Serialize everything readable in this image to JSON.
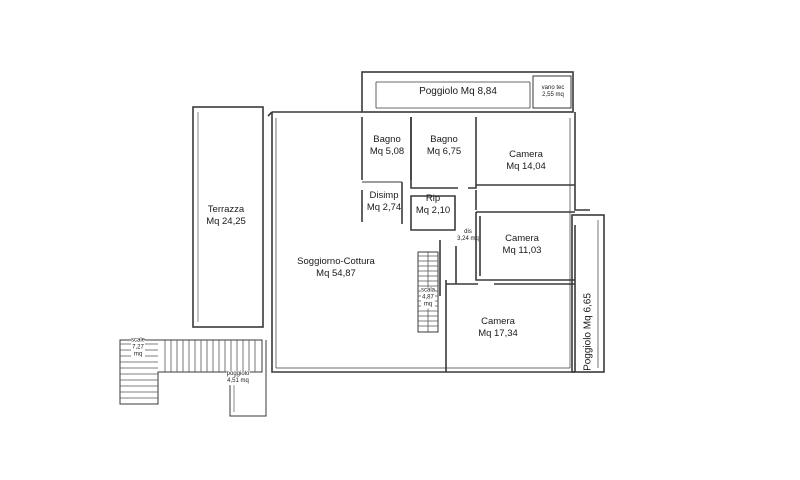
{
  "rooms": {
    "poggiolo_top": {
      "name": "Poggiolo Mq 8,84"
    },
    "vano_tec": {
      "line1": "vano tec",
      "line2": "2,55 mq"
    },
    "bagno1": {
      "name": "Bagno",
      "area": "Mq 5,08"
    },
    "bagno2": {
      "name": "Bagno",
      "area": "Mq 6,75"
    },
    "camera1": {
      "name": "Camera",
      "area": "Mq 14,04"
    },
    "disimp": {
      "name": "Disimp",
      "area": "Mq 2,74"
    },
    "rip": {
      "name": "Rip",
      "area": "Mq 2,10"
    },
    "dis": {
      "line1": "dis",
      "line2": "3,24 mq"
    },
    "camera2": {
      "name": "Camera",
      "area": "Mq 11,03"
    },
    "terrazza": {
      "name": "Terrazza",
      "area": "Mq 24,25"
    },
    "soggiorno": {
      "name": "Soggiorno-Cottura",
      "area": "Mq 54,87"
    },
    "scala_inner": {
      "line1": "scala",
      "line2": "4,87",
      "line3": "mq"
    },
    "camera3": {
      "name": "Camera",
      "area": "Mq 17,34"
    },
    "poggiolo_right": {
      "name": "Poggiolo Mq 6,65"
    },
    "scale_ext": {
      "line1": "scale",
      "line2": "7,27",
      "line3": "mq"
    },
    "poggiolo_small": {
      "line1": "poggiolo",
      "line2": "4,51 mq"
    }
  },
  "colors": {
    "wall": "#3a3a3a",
    "line": "#555555",
    "background": "#ffffff"
  }
}
